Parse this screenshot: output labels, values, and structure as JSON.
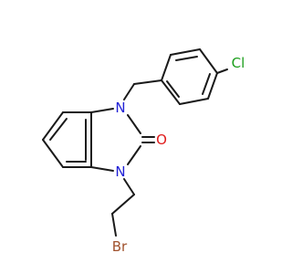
{
  "molecule": {
    "atoms": {
      "n1": "N",
      "n3": "N",
      "o": "O",
      "cl": "Cl",
      "br": "Br"
    },
    "colors": {
      "n": "#1f1fd6",
      "o": "#e01b1b",
      "cl": "#1b9e1b",
      "br": "#a0522d",
      "bond": "#1a1a1a"
    }
  }
}
